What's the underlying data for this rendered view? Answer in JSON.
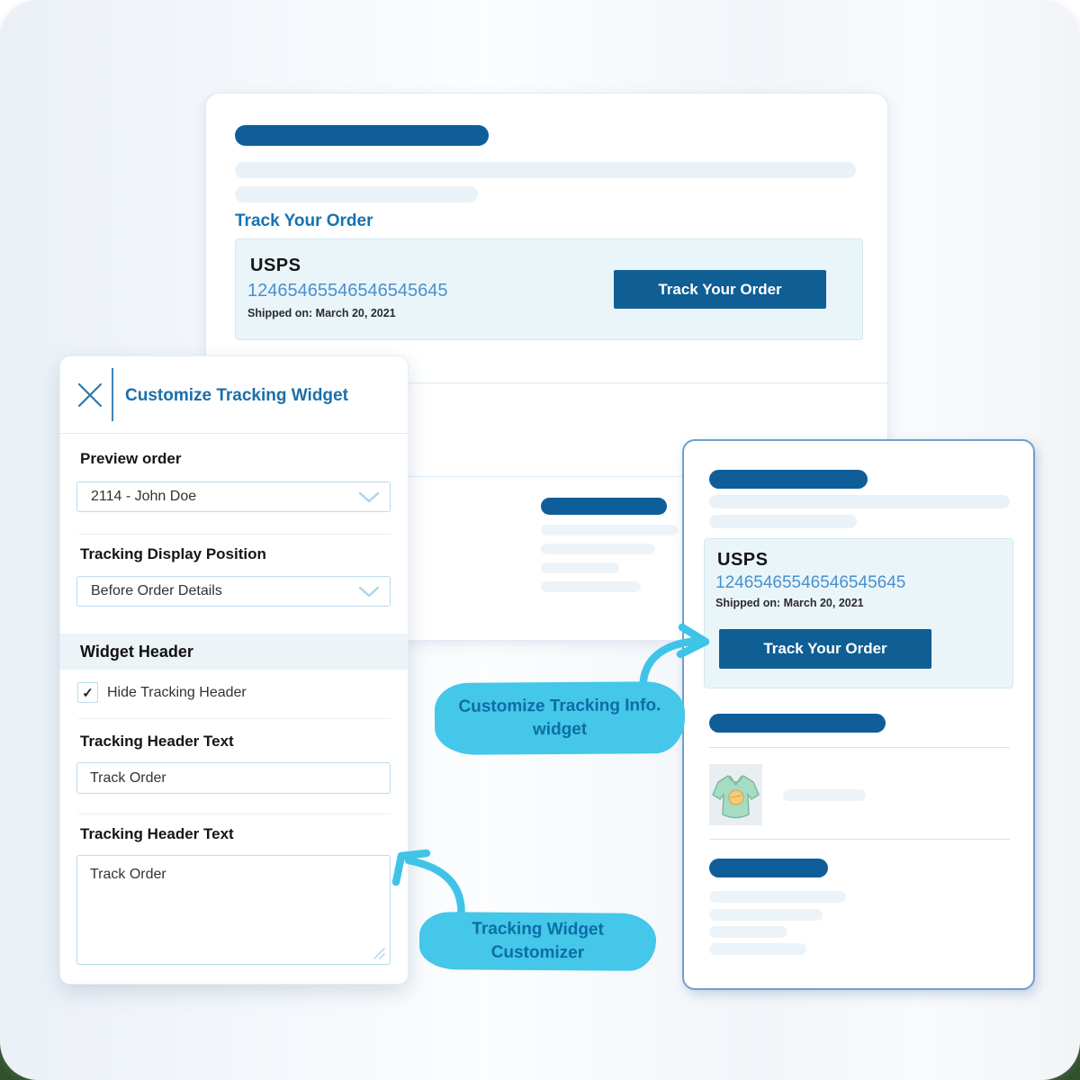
{
  "colors": {
    "navy": "#0f5e99",
    "heading_blue": "#1573b2",
    "panel_title_blue": "#1b6fa9",
    "tracking_number_blue": "#4a90cc",
    "callout_cyan": "#44c7e9",
    "callout_text_blue": "#0d6da5",
    "widget_box_bg": "#eaf5fa",
    "input_border": "#badcee",
    "base_green": "#31502c"
  },
  "icons": {
    "close": "✕",
    "chevron_down": "⌄",
    "check": "✓"
  },
  "tracking": {
    "carrier": "USPS",
    "number": "12465465546546545645",
    "shipped_on": "Shipped on: March 20, 2021",
    "button_label": "Track Your Order"
  },
  "main_preview": {
    "heading": "Track Your Order"
  },
  "panel": {
    "title": "Customize Tracking Widget",
    "preview_order": {
      "label": "Preview order",
      "value": "2114 - John Doe"
    },
    "display_position": {
      "label": "Tracking Display Position",
      "value": "Before Order Details"
    },
    "widget_header": {
      "section": "Widget Header",
      "checkbox_label": "Hide Tracking Header",
      "checked": true
    },
    "header_text_input": {
      "label": "Tracking Header Text",
      "value": "Track Order"
    },
    "header_text_area": {
      "label": "Tracking Header Text",
      "value": "Track Order"
    }
  },
  "callouts": {
    "info_widget": {
      "line1": "Customize Tracking Info.",
      "line2": "widget"
    },
    "customizer": {
      "line1": "Tracking Widget",
      "line2": "Customizer"
    }
  }
}
